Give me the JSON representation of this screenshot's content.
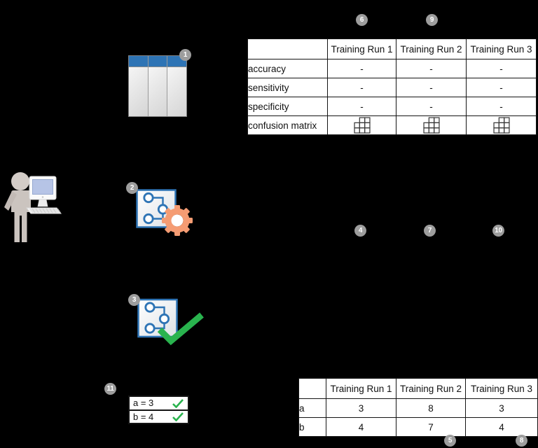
{
  "diagram_type": "machine-learning training/validation process diagram",
  "background_color": "#000000",
  "colors": {
    "accent_blue": "#2E74B5",
    "gear_orange": "#F59C73",
    "check_green": "#29B34E",
    "badge_gray": "#9D9D9D",
    "screen_blue": "#B6C4E6",
    "table_bg": "#FFFFFF"
  },
  "badges": [
    "1",
    "2",
    "3",
    "4",
    "5",
    "6",
    "7",
    "8",
    "9",
    "10",
    "11"
  ],
  "icons": {
    "user": "person-at-computer-icon",
    "data_table": "spreadsheet-table-icon",
    "model_training": "flowchart-with-gear-icon",
    "model_validated": "flowchart-with-checkmark-icon",
    "confusion_matrix_cell": "mini-grid-icon",
    "result_ok": "green-checkmark-icon"
  },
  "top_table": {
    "headers": [
      "",
      "Training Run 1",
      "Training Run 2",
      "Training Run 3"
    ],
    "rows": [
      {
        "label": "accuracy",
        "values": [
          "-",
          "-",
          "-"
        ]
      },
      {
        "label": "sensitivity",
        "values": [
          "-",
          "-",
          "-"
        ]
      },
      {
        "label": "specificity",
        "values": [
          "-",
          "-",
          "-"
        ]
      },
      {
        "label": "confusion matrix",
        "values": [
          "grid-icon",
          "grid-icon",
          "grid-icon"
        ]
      }
    ]
  },
  "bottom_table": {
    "headers": [
      "",
      "Training Run 1",
      "Training Run 2",
      "Training Run 3"
    ],
    "rows": [
      {
        "label": "a",
        "values": [
          "3",
          "8",
          "3"
        ]
      },
      {
        "label": "b",
        "values": [
          "4",
          "7",
          "4"
        ]
      }
    ]
  },
  "results_box": {
    "rows": [
      "a = 3",
      "b = 4"
    ]
  }
}
